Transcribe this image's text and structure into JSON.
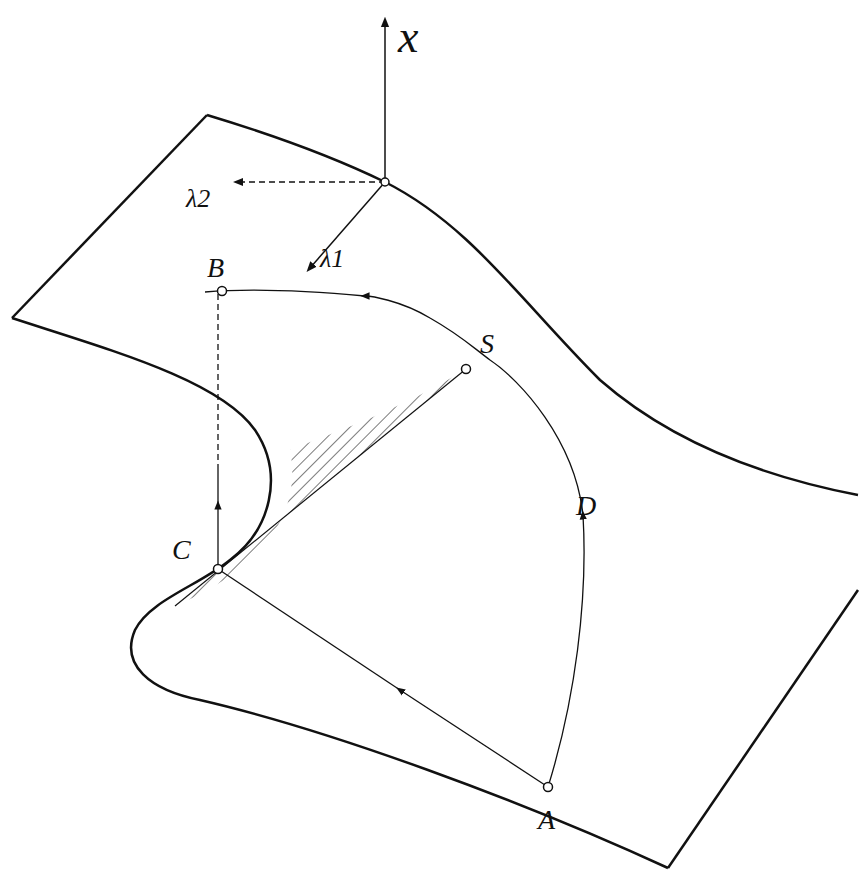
{
  "diagram": {
    "labels": [
      "x",
      "λ2",
      "λ1",
      "B",
      "S",
      "D",
      "C",
      "A"
    ]
  }
}
